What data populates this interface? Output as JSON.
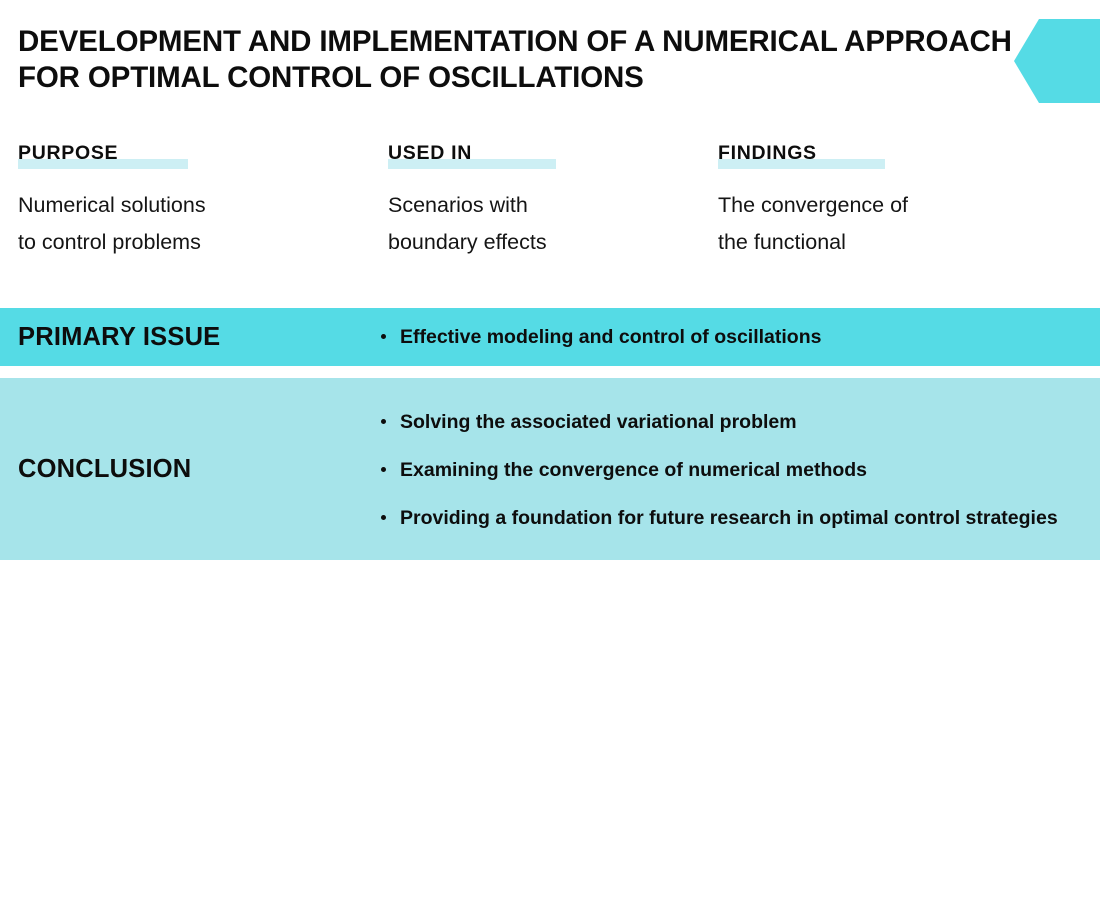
{
  "title": "DEVELOPMENT AND IMPLEMENTATION OF A NUMERICAL APPROACH FOR OPTIMAL CONTROL OF OSCILLATIONS",
  "colors": {
    "background": "#ffffff",
    "accent_strong": "#55dbe5",
    "accent_soft": "#a6e4ea",
    "accent_highlight": "#cdeff4",
    "text": "#0d0d0d"
  },
  "columns": [
    {
      "heading": "PURPOSE",
      "body": "Numerical solutions\nto control problems",
      "highlight_width": 170
    },
    {
      "heading": "USED IN",
      "body": "Scenarios with\nboundary effects",
      "highlight_width": 168
    },
    {
      "heading": "FINDINGS",
      "body": "The convergence of\nthe functional",
      "highlight_width": 167
    }
  ],
  "bands": [
    {
      "label": "PRIMARY ISSUE",
      "items": [
        "Effective modeling and control of oscillations"
      ]
    },
    {
      "label": "CONCLUSION",
      "items": [
        "Solving the associated variational problem",
        "Examining the convergence of numerical methods",
        "Providing a foundation for future research in optimal control strategies"
      ]
    }
  ]
}
